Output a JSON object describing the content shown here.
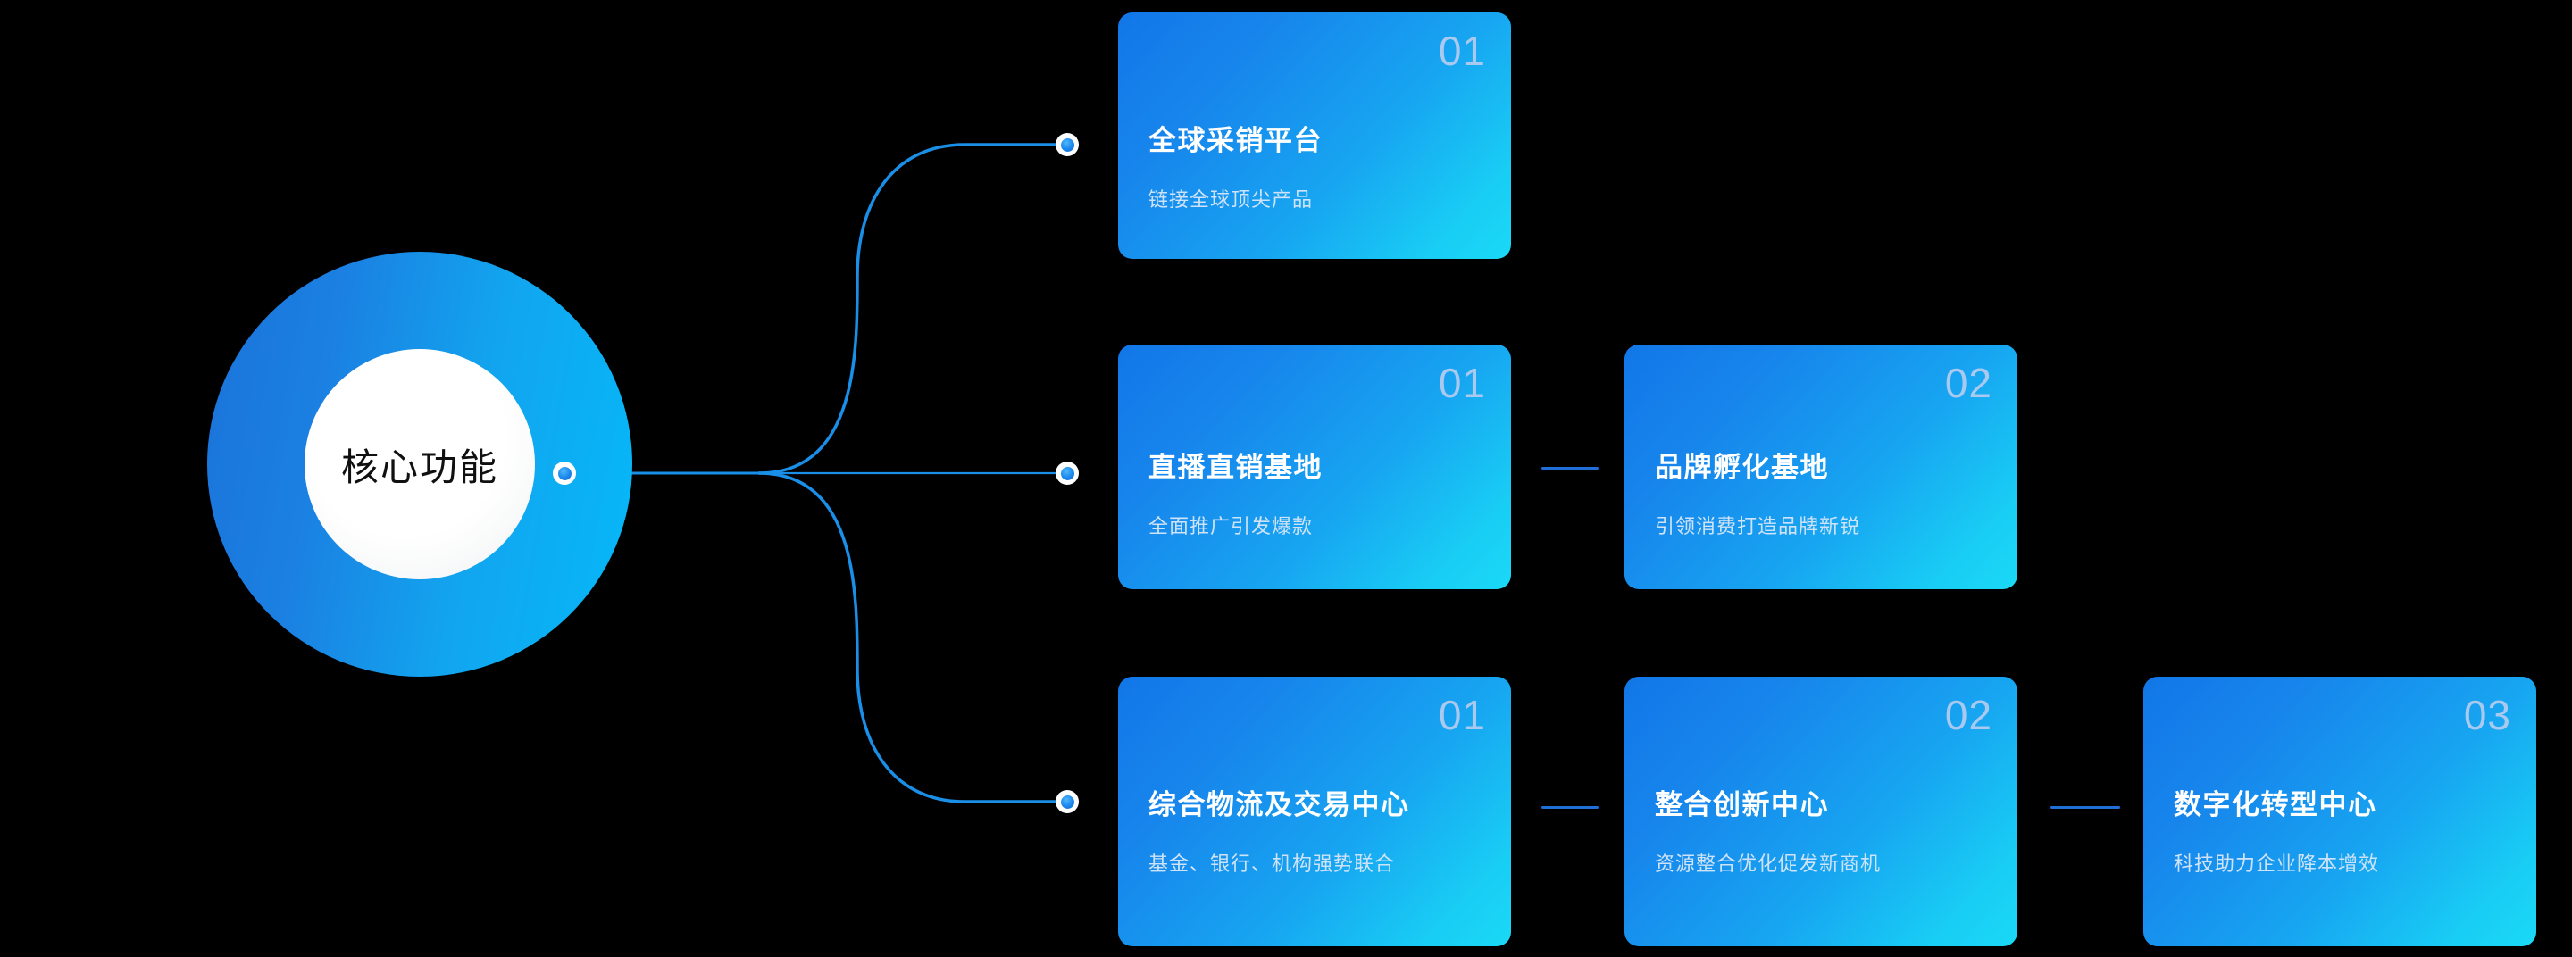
{
  "theme": {
    "background": "#000000",
    "hub_gradient_from": "#1b73da",
    "hub_gradient_to": "#05b9f8",
    "card_gradient_from": "#1277e8",
    "card_gradient_to": "#1ad9f6",
    "connector_color": "#1a8fe8",
    "sibling_line_color": "#1f6fd6",
    "number_color": "#a9c9ef",
    "title_color": "#ffffff",
    "subtitle_color": "#cfe3f8"
  },
  "hub": {
    "label": "核心功能"
  },
  "branches": [
    {
      "id": "branch-1",
      "cards": [
        {
          "number": "01",
          "title": "全球采销平台",
          "subtitle": "链接全球顶尖产品"
        }
      ]
    },
    {
      "id": "branch-2",
      "cards": [
        {
          "number": "01",
          "title": "直播直销基地",
          "subtitle": "全面推广引发爆款"
        },
        {
          "number": "02",
          "title": "品牌孵化基地",
          "subtitle": "引领消费打造品牌新锐"
        }
      ]
    },
    {
      "id": "branch-3",
      "cards": [
        {
          "number": "01",
          "title": "综合物流及交易中心",
          "subtitle": "基金、银行、机构强势联合"
        },
        {
          "number": "02",
          "title": "整合创新中心",
          "subtitle": "资源整合优化促发新商机"
        },
        {
          "number": "03",
          "title": "数字化转型中心",
          "subtitle": "科技助力企业降本增效"
        }
      ]
    }
  ]
}
